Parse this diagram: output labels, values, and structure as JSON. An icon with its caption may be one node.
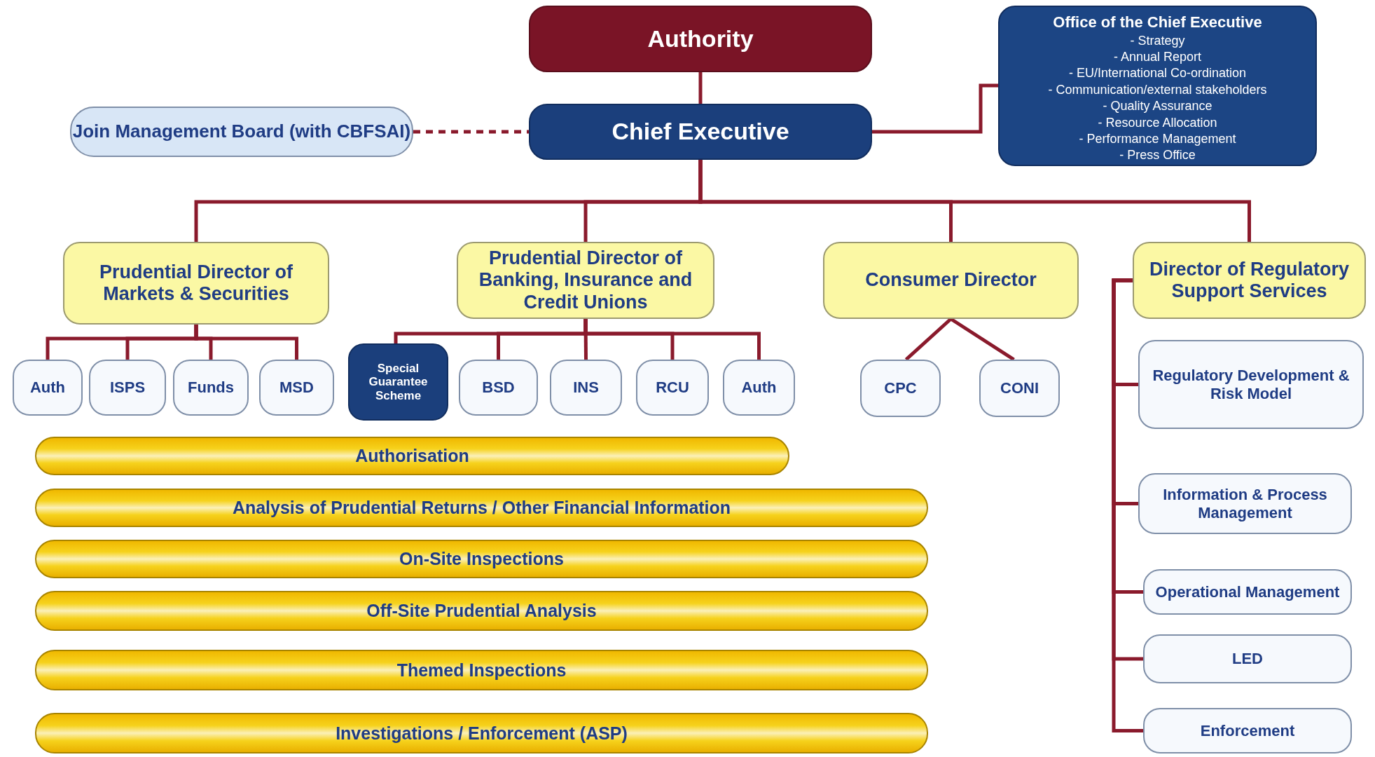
{
  "diagram": {
    "nodes": [
      {
        "text": [
          "Authority"
        ]
      },
      {
        "text": [
          "Chief Executive"
        ]
      },
      {
        "text": [
          "Office of the Chief Executive",
          "- Strategy",
          "- Annual Report",
          "- EU/International Co-ordination",
          "- Communication/external stakeholders",
          "- Quality Assurance",
          "- Resource Allocation",
          "- Performance Management",
          "- Press Office"
        ]
      },
      {
        "text": [
          "Join Management Board (with CBFSAI)"
        ]
      },
      {
        "text": [
          "Prudential Director of Markets & Securities"
        ]
      },
      {
        "text": [
          "Prudential Director of Banking, Insurance and Credit Unions"
        ]
      },
      {
        "text": [
          "Consumer Director"
        ]
      },
      {
        "text": [
          "Director of Regulatory Support Services"
        ]
      },
      {
        "text": [
          "Auth"
        ]
      },
      {
        "text": [
          "ISPS"
        ]
      },
      {
        "text": [
          "Funds"
        ]
      },
      {
        "text": [
          "MSD"
        ]
      },
      {
        "text": [
          "Special Guarantee Scheme"
        ]
      },
      {
        "text": [
          "BSD"
        ]
      },
      {
        "text": [
          "INS"
        ]
      },
      {
        "text": [
          "RCU"
        ]
      },
      {
        "text": [
          "Auth"
        ]
      },
      {
        "text": [
          "CPC"
        ]
      },
      {
        "text": [
          "CONI"
        ]
      },
      {
        "text": [
          "Regulatory Development & Risk Model"
        ]
      },
      {
        "text": [
          "Information & Process Management"
        ]
      },
      {
        "text": [
          "Operational Management"
        ]
      },
      {
        "text": [
          "LED"
        ]
      },
      {
        "text": [
          "Enforcement"
        ]
      },
      {
        "text": [
          "Authorisation"
        ]
      },
      {
        "text": [
          "Analysis of Prudential Returns / Other Financial Information"
        ]
      },
      {
        "text": [
          "On-Site Inspections"
        ]
      },
      {
        "text": [
          "Off-Site Prudential Analysis"
        ]
      },
      {
        "text": [
          "Themed Inspections"
        ]
      },
      {
        "text": [
          "Investigations / Enforcement (ASP)"
        ]
      }
    ],
    "edges": [
      {
        "from": 0,
        "to": 1,
        "arrow": "none"
      },
      {
        "from": 3,
        "to": 1,
        "arrow": "none",
        "style": "dashed"
      },
      {
        "from": 1,
        "to": 2,
        "arrow": "none"
      },
      {
        "from": 1,
        "to": 4,
        "arrow": "none"
      },
      {
        "from": 1,
        "to": 5,
        "arrow": "none"
      },
      {
        "from": 1,
        "to": 6,
        "arrow": "none"
      },
      {
        "from": 1,
        "to": 7,
        "arrow": "none"
      },
      {
        "from": 4,
        "to": 8,
        "arrow": "none"
      },
      {
        "from": 4,
        "to": 9,
        "arrow": "none"
      },
      {
        "from": 4,
        "to": 10,
        "arrow": "none"
      },
      {
        "from": 4,
        "to": 11,
        "arrow": "none"
      },
      {
        "from": 5,
        "to": 12,
        "arrow": "none"
      },
      {
        "from": 5,
        "to": 13,
        "arrow": "none"
      },
      {
        "from": 5,
        "to": 14,
        "arrow": "none"
      },
      {
        "from": 5,
        "to": 15,
        "arrow": "none"
      },
      {
        "from": 5,
        "to": 16,
        "arrow": "none"
      },
      {
        "from": 6,
        "to": 17,
        "arrow": "none"
      },
      {
        "from": 6,
        "to": 18,
        "arrow": "none"
      },
      {
        "from": 7,
        "to": 19,
        "arrow": "none"
      },
      {
        "from": 7,
        "to": 20,
        "arrow": "none"
      },
      {
        "from": 7,
        "to": 21,
        "arrow": "none"
      },
      {
        "from": 7,
        "to": 22,
        "arrow": "none"
      },
      {
        "from": 7,
        "to": 23,
        "arrow": "none"
      }
    ]
  }
}
